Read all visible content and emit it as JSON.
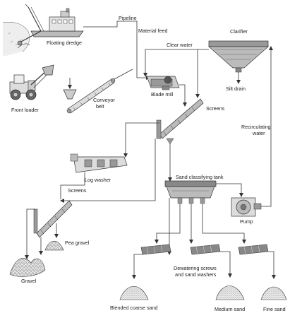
{
  "labels": {
    "floating_dredge": "Floating dredge",
    "pipeline": "Pipeline",
    "material_feed": "Material feed",
    "clear_water": "Clear water",
    "clarifier": "Clarifier",
    "silt_drain": "Silt drain",
    "front_loader": "Front loader",
    "conveyor_line1": "Conveyor",
    "conveyor_line2": "belt",
    "blade_mill": "Blade mill",
    "screens_upper": "Screens",
    "recirculating_line1": "Recirculating",
    "recirculating_line2": "water",
    "log_washer": "Log washer",
    "sand_classifying_tank": "Sand classifying tank",
    "screens_lower": "Screens",
    "pump": "Pump",
    "pea_gravel": "Pea gravel",
    "gravel": "Gravel",
    "dewatering_line1": "Dewatering screws",
    "dewatering_line2": "and sand washers",
    "blended_coarse_sand": "Blended coarse sand",
    "medium_sand": "Medium sand",
    "fine_sand": "Fine sand"
  }
}
